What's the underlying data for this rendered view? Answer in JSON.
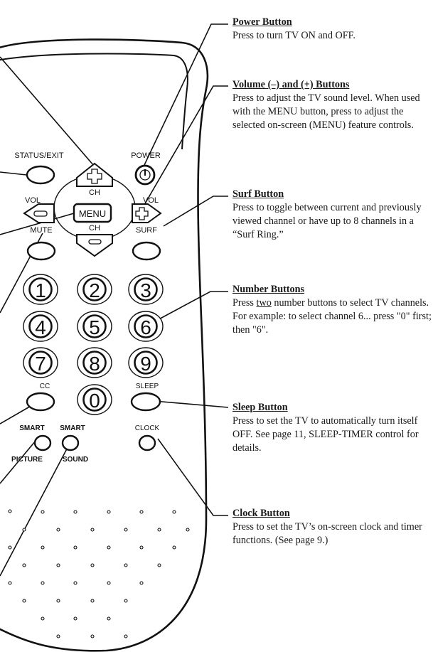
{
  "remote": {
    "labels": {
      "status_exit": "STATUS/EXIT",
      "power": "POWER",
      "ch_top": "CH",
      "ch_bottom": "CH",
      "vol_left": "VOL",
      "vol_right": "VOL",
      "menu": "MENU",
      "mute": "MUTE",
      "surf": "SURF",
      "cc": "CC",
      "sleep": "SLEEP",
      "clock": "CLOCK",
      "smart_picture_top": "SMART",
      "smart_picture_bottom": "PICTURE",
      "smart_sound_top": "SMART",
      "smart_sound_bottom": "SOUND"
    },
    "digits": [
      "1",
      "2",
      "3",
      "4",
      "5",
      "6",
      "7",
      "8",
      "9",
      "0"
    ]
  },
  "callouts": [
    {
      "title": "Power Button",
      "body": "Press to turn TV ON and OFF."
    },
    {
      "title": "Volume (–) and (+) Buttons",
      "body": "Press to adjust the TV sound level. When used with the MENU button, press to adjust the selected on-screen (MENU) feature controls."
    },
    {
      "title": "Surf Button",
      "body": "Press to toggle between current and previously viewed channel or have up to 8 channels in a “Surf Ring.”"
    },
    {
      "title": "Number Buttons",
      "body_before": "Press ",
      "body_emph": "two",
      "body_after": " number buttons to select TV channels. For example: to select channel 6... press \"0\" first; then \"6\"."
    },
    {
      "title": "Sleep Button",
      "body": "Press to set the TV to automatically turn itself OFF. See page 11, SLEEP-TIMER control for details."
    },
    {
      "title": "Clock Button",
      "body": "Press to set the TV’s on-screen clock and timer functions. (See page 9.)"
    }
  ]
}
